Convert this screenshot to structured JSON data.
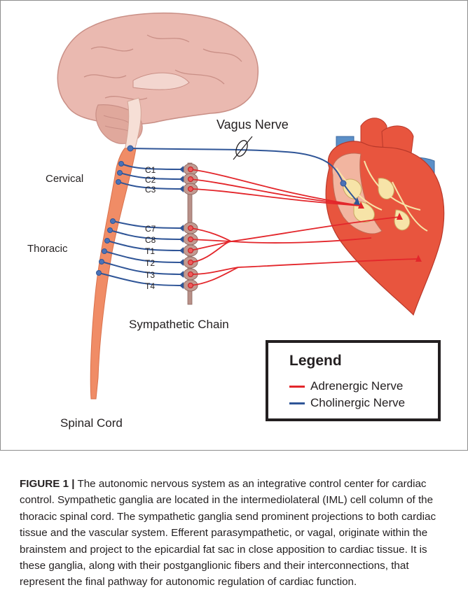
{
  "labels": {
    "vagus_nerve": "Vagus Nerve",
    "cervical": "Cervical",
    "thoracic": "Thoracic",
    "sympathetic_chain": "Sympathetic Chain",
    "spinal_cord": "Spinal Cord",
    "segments": [
      "C1",
      "C2",
      "C3",
      "C7",
      "C8",
      "T1",
      "T2",
      "T3",
      "T4"
    ]
  },
  "legend": {
    "title": "Legend",
    "items": [
      {
        "label": "Adrenergic Nerve",
        "color": "#e3262b"
      },
      {
        "label": "Cholinergic Nerve",
        "color": "#2f5597"
      }
    ]
  },
  "caption": {
    "label": "FIGURE 1 |",
    "text": " The autonomic nervous system as an integrative control center for cardiac control. Sympathetic ganglia are located in the intermediolateral (IML) cell column of the thoracic spinal cord. The sympathetic ganglia send prominent projections to both cardiac tissue and the vascular system. Efferent parasympathetic, or vagal, originate within the brainstem and project to the epicardial fat sac in close apposition to cardiac tissue. It is these ganglia, along with their postganglionic fibers and their interconnections, that represent the final pathway for autonomic regulation of cardiac function."
  },
  "colors": {
    "adrenergic": "#e3262b",
    "cholinergic": "#2f5597",
    "brain": "#eab9b0",
    "spinal_cord": "#f08c66",
    "ganglia": "#b89088",
    "heart": "#e8553e",
    "vessels": "#5b8fc7"
  }
}
